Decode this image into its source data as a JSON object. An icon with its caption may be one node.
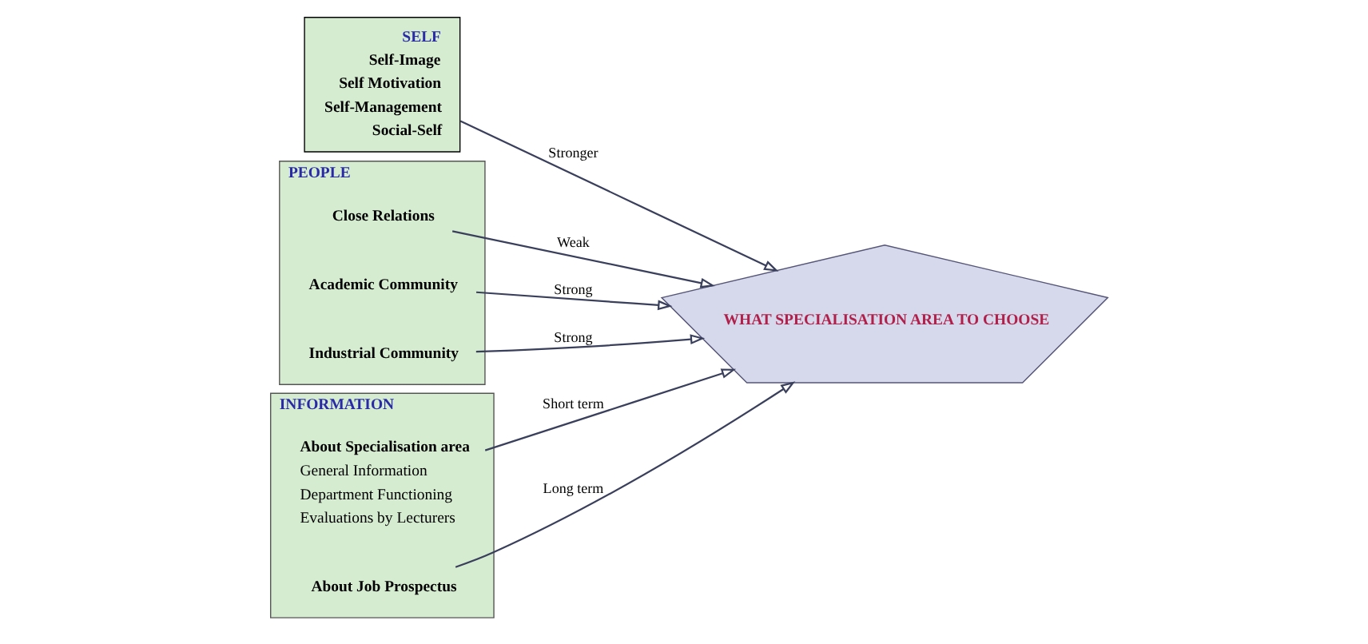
{
  "diagram": {
    "nodes": [
      {
        "text": [
          "SELF",
          "Self-Image",
          "Self Motivation",
          "Self-Management",
          "Social-Self"
        ]
      },
      {
        "text": [
          "WHAT SPECIALISATION AREA TO CHOOSE"
        ]
      },
      {
        "text": [
          "PEOPLE"
        ]
      },
      {
        "text": [
          "Close Relations"
        ],
        "in": 2
      },
      {
        "text": [
          "Academic Community"
        ],
        "in": 2
      },
      {
        "text": [
          "Industrial Community"
        ],
        "in": 2
      },
      {
        "text": [
          "INFORMATION"
        ]
      },
      {
        "text": [
          "About Specialisation area",
          "General Information",
          "Department Functioning",
          "Evaluations by Lecturers"
        ],
        "in": 6
      },
      {
        "text": [
          "About Job Prospectus"
        ],
        "in": 6
      }
    ],
    "edges": [
      {
        "from": 0,
        "to": 1,
        "arrow": "to",
        "label": "Stronger"
      },
      {
        "from": 3,
        "to": 1,
        "arrow": "to",
        "label": "Weak"
      },
      {
        "from": 4,
        "to": 1,
        "arrow": "to",
        "label": "Strong"
      },
      {
        "from": 5,
        "to": 1,
        "arrow": "to",
        "label": "Strong"
      },
      {
        "from": 7,
        "to": 1,
        "arrow": "to",
        "label": "Short term"
      },
      {
        "from": 8,
        "to": 1,
        "arrow": "to",
        "label": "Long term"
      }
    ]
  }
}
